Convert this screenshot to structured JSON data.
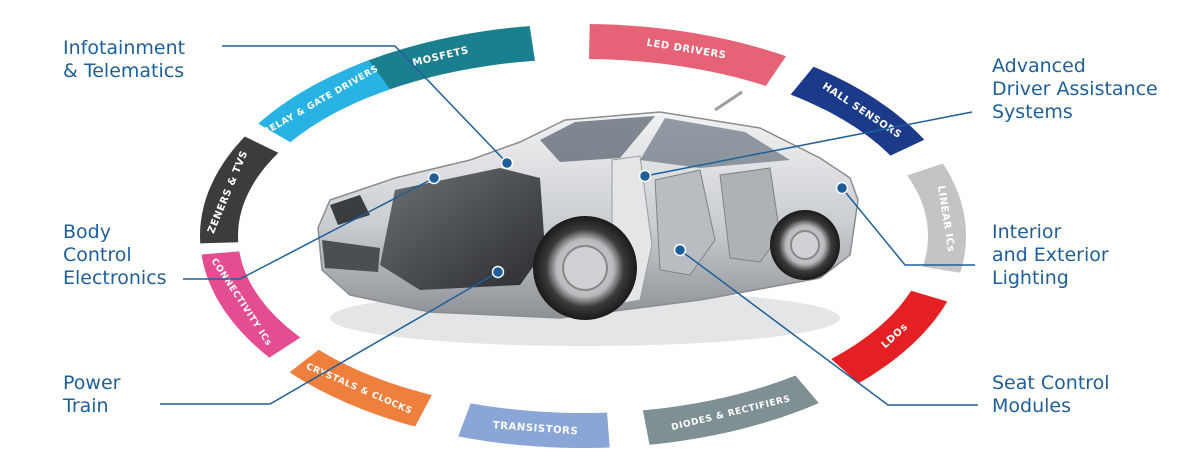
{
  "ring_segments": [
    {
      "id": "mosfets",
      "label": "MOSFETS",
      "color": "#1a7f8e"
    },
    {
      "id": "led-drivers",
      "label": "LED DRIVERS",
      "color": "#e56277"
    },
    {
      "id": "hall-sensors",
      "label": "HALL SENSORS",
      "color": "#1b3a8a"
    },
    {
      "id": "linear-ics",
      "label": "LINEAR ICs",
      "color": "#c4c4c4"
    },
    {
      "id": "ldos",
      "label": "LDOs",
      "color": "#e52024"
    },
    {
      "id": "diodes-rectifiers",
      "label": "DIODES & RECTIFIERS",
      "color": "#7f9092"
    },
    {
      "id": "transistors",
      "label": "TRANSISTORS",
      "color": "#8aa6d6"
    },
    {
      "id": "crystals-clocks",
      "label": "CRYSTALS & CLOCKS",
      "color": "#ee7f3d"
    },
    {
      "id": "connectivity-ics",
      "label": "CONNECTIVITY ICs",
      "color": "#e44d91"
    },
    {
      "id": "zeners-tvs",
      "label": "ZENERS & TVS",
      "color": "#3c3c3c"
    },
    {
      "id": "relay-gate-drivers",
      "label": "RELAY & GATE DRIVERS",
      "color": "#29b3e4"
    }
  ],
  "callouts": [
    {
      "id": "infotainment",
      "text": "Infotainment\n& Telematics"
    },
    {
      "id": "body-control",
      "text": "Body\nControl\nElectronics"
    },
    {
      "id": "power-train",
      "text": "Power\nTrain"
    },
    {
      "id": "adas",
      "text": "Advanced\nDriver Assistance\nSystems"
    },
    {
      "id": "lighting",
      "text": "Interior\nand Exterior\nLighting"
    },
    {
      "id": "seat-control",
      "text": "Seat Control\nModules"
    }
  ],
  "colors": {
    "callout_text": "#1f5f99",
    "leader_line": "#1f5f99",
    "marker": "#1f5f99"
  }
}
